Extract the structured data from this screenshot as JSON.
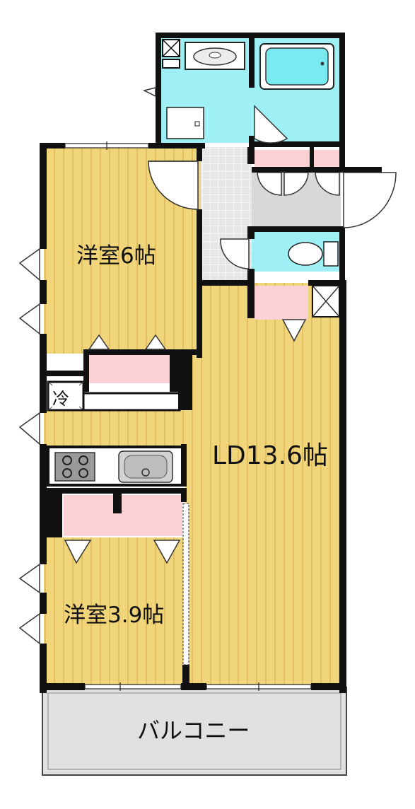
{
  "rooms": {
    "western_room_a": "洋室6帖",
    "western_room_b": "洋室3.9帖",
    "living_dining": "LD13.6帖",
    "balcony": "バルコニー"
  },
  "fridge_label": "冷",
  "colors": {
    "wood_floor": "#f0d57a",
    "wood_stripe": "#d9b553",
    "wet_area": "#9ff0f4",
    "storage": "#fbd1d6",
    "tile": "#e4e4e4",
    "balcony": "#e0e0e0",
    "wall": "#111111"
  }
}
